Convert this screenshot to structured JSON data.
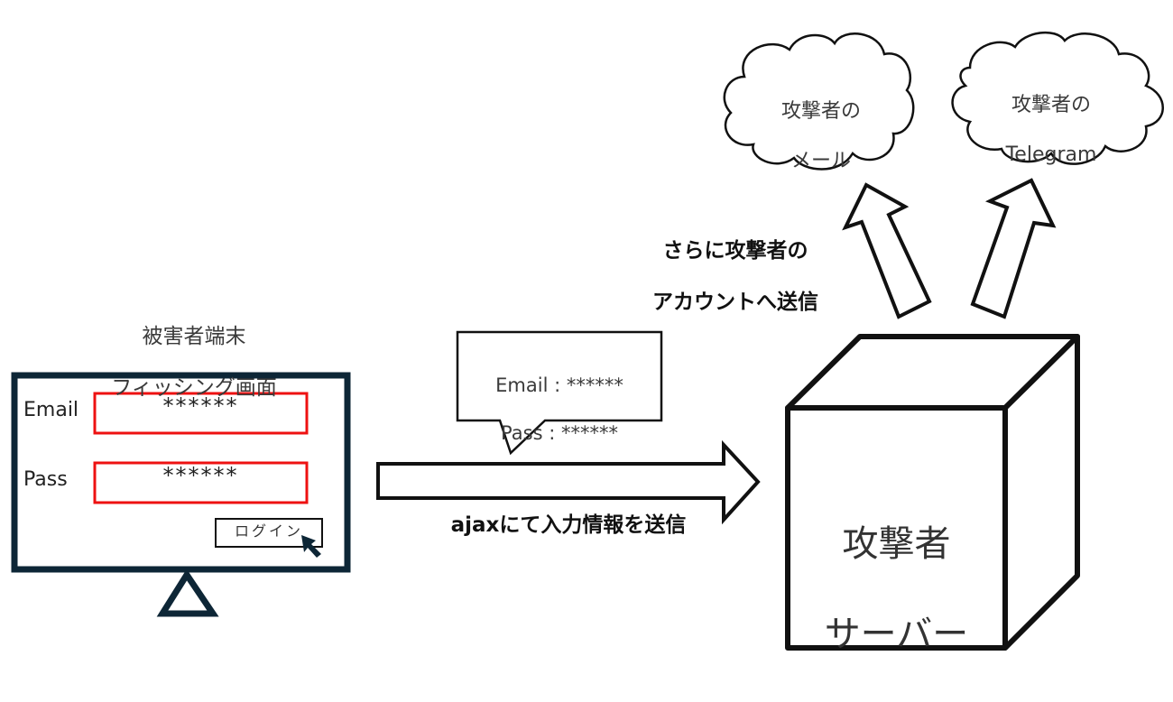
{
  "victim": {
    "title_line1": "被害者端末",
    "title_line2": "フィッシング画面",
    "email_label": "Email",
    "email_value": "******",
    "pass_label": "Pass",
    "pass_value": "******",
    "login_button": "ログイン",
    "frame_color": "#0d2636",
    "field_border_color": "#ee1111"
  },
  "callout": {
    "line1": "Email : ******",
    "line2": "Pass : ******"
  },
  "send_arrow": {
    "label": "ajaxにて入力情報を送信"
  },
  "forward_arrows": {
    "label_line1": "さらに攻撃者の",
    "label_line2": "アカウントへ送信"
  },
  "server": {
    "line1": "攻撃者",
    "line2": "サーバー"
  },
  "clouds": [
    {
      "line1": "攻撃者の",
      "line2": "メール"
    },
    {
      "line1": "攻撃者の",
      "line2": "Telegram"
    }
  ]
}
